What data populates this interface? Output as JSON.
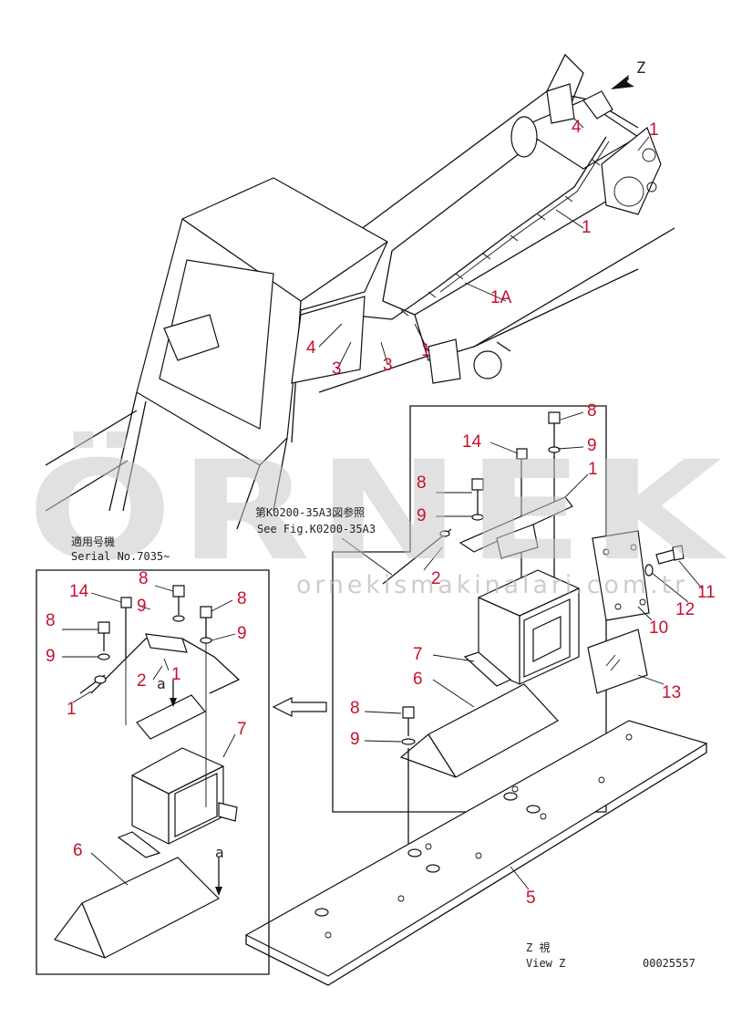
{
  "watermark": {
    "brand": "ÖRNEK",
    "url": "ornekismakinalari.com.tr"
  },
  "notes": {
    "see_fig_jp": "第K0200-35A3図参照",
    "see_fig_en": "See Fig.K0200-35A3",
    "serial_jp": "適用号機",
    "serial_en": "Serial No.7035~",
    "view_jp": "Z 視",
    "view_en": "View Z",
    "drawing_no": "00025557",
    "view_letter": "Z",
    "ref_a_top": "a",
    "ref_a_bottom": "a"
  },
  "callouts": [
    {
      "id": "c-top-4",
      "label": "4"
    },
    {
      "id": "c-top-1a",
      "label": "1"
    },
    {
      "id": "c-top-1b",
      "label": "1"
    },
    {
      "id": "c-top-1A",
      "label": "1A"
    },
    {
      "id": "c-top-4b",
      "label": "4"
    },
    {
      "id": "c-top-3a",
      "label": "3"
    },
    {
      "id": "c-top-3b",
      "label": "3"
    },
    {
      "id": "c-top-1c",
      "label": "1"
    },
    {
      "id": "c-r-8a",
      "label": "8"
    },
    {
      "id": "c-r-9a",
      "label": "9"
    },
    {
      "id": "c-r-14",
      "label": "14"
    },
    {
      "id": "c-r-1",
      "label": "1"
    },
    {
      "id": "c-r-8b",
      "label": "8"
    },
    {
      "id": "c-r-9b",
      "label": "9"
    },
    {
      "id": "c-r-2",
      "label": "2"
    },
    {
      "id": "c-r-7",
      "label": "7"
    },
    {
      "id": "c-r-6",
      "label": "6"
    },
    {
      "id": "c-r-8c",
      "label": "8"
    },
    {
      "id": "c-r-9c",
      "label": "9"
    },
    {
      "id": "c-r-11",
      "label": "11"
    },
    {
      "id": "c-r-12",
      "label": "12"
    },
    {
      "id": "c-r-10",
      "label": "10"
    },
    {
      "id": "c-r-13",
      "label": "13"
    },
    {
      "id": "c-r-5",
      "label": "5"
    },
    {
      "id": "c-l-8a",
      "label": "8"
    },
    {
      "id": "c-l-14",
      "label": "14"
    },
    {
      "id": "c-l-9a",
      "label": "9"
    },
    {
      "id": "c-l-8b",
      "label": "8"
    },
    {
      "id": "c-l-8c",
      "label": "8"
    },
    {
      "id": "c-l-9b",
      "label": "9"
    },
    {
      "id": "c-l-9c",
      "label": "9"
    },
    {
      "id": "c-l-2",
      "label": "2"
    },
    {
      "id": "c-l-1a",
      "label": "1"
    },
    {
      "id": "c-l-1b",
      "label": "1"
    },
    {
      "id": "c-l-7",
      "label": "7"
    },
    {
      "id": "c-l-6",
      "label": "6"
    }
  ],
  "colors": {
    "callout": "#c8102e",
    "linework": "#111111",
    "watermark": "#c8c8c8"
  }
}
